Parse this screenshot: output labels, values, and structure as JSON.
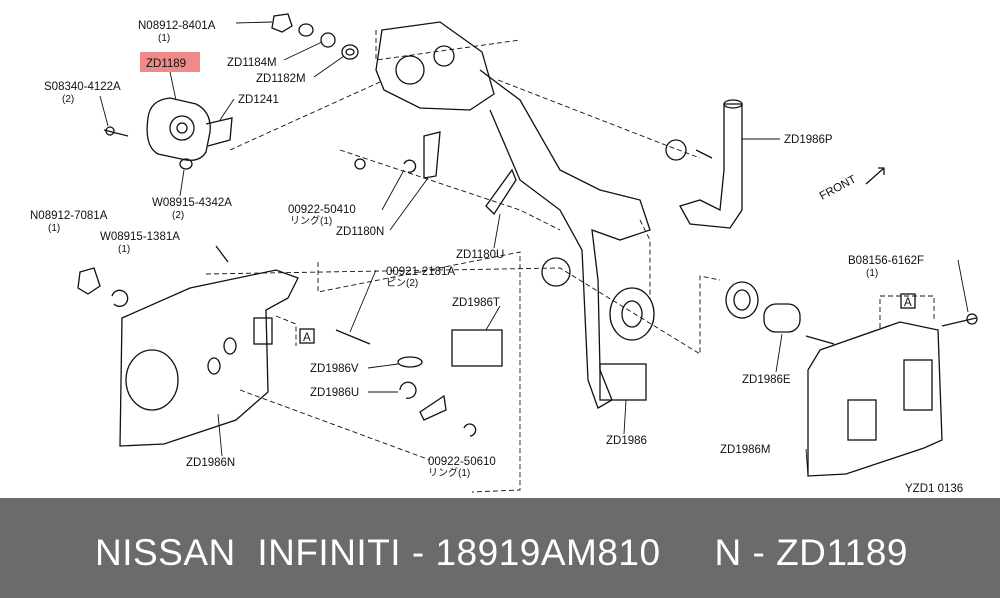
{
  "highlight": {
    "label": "ZD1189",
    "color": "#f08a8a"
  },
  "labels": {
    "n08912_8401a": "N08912-8401A",
    "n08912_8401a_qty": "(1)",
    "zd1184m": "ZD1184M",
    "zd1182m": "ZD1182M",
    "s08340_4122a": "S08340-4122A",
    "s08340_4122a_qty": "(2)",
    "zd1241": "ZD1241",
    "w08915_4342a": "W08915-4342A",
    "w08915_4342a_qty": "(2)",
    "n08912_7081a": "N08912-7081A",
    "n08912_7081a_qty": "(1)",
    "w08915_1381a": "W08915-1381A",
    "w08915_1381a_qty": "(1)",
    "p00922_50410": "00922-50410",
    "p00922_50410_sub": "リング(1)",
    "zd1180n": "ZD1180N",
    "zd1180u": "ZD1180U",
    "zd1986p": "ZD1986P",
    "front": "FRONT",
    "p00921_2181a": "00921-2181A",
    "p00921_2181a_sub": "ピン(2)",
    "zd1986t": "ZD1986T",
    "zd1986v": "ZD1986V",
    "zd1986u": "ZD1986U",
    "p00922_50610": "00922-50610",
    "p00922_50610_sub": "リング(1)",
    "zd1986n": "ZD1986N",
    "zd1986": "ZD1986",
    "b08156_6162f": "B08156-6162F",
    "b08156_6162f_qty": "(1)",
    "zd1986e": "ZD1986E",
    "zd1986m": "ZD1986M",
    "ref_a": "A",
    "drawing_id": "YZD1 0136"
  },
  "footer": {
    "text": "NISSAN  INFINITI - 18919AM810     N - ZD1189",
    "bg": "#6b6b6b"
  }
}
